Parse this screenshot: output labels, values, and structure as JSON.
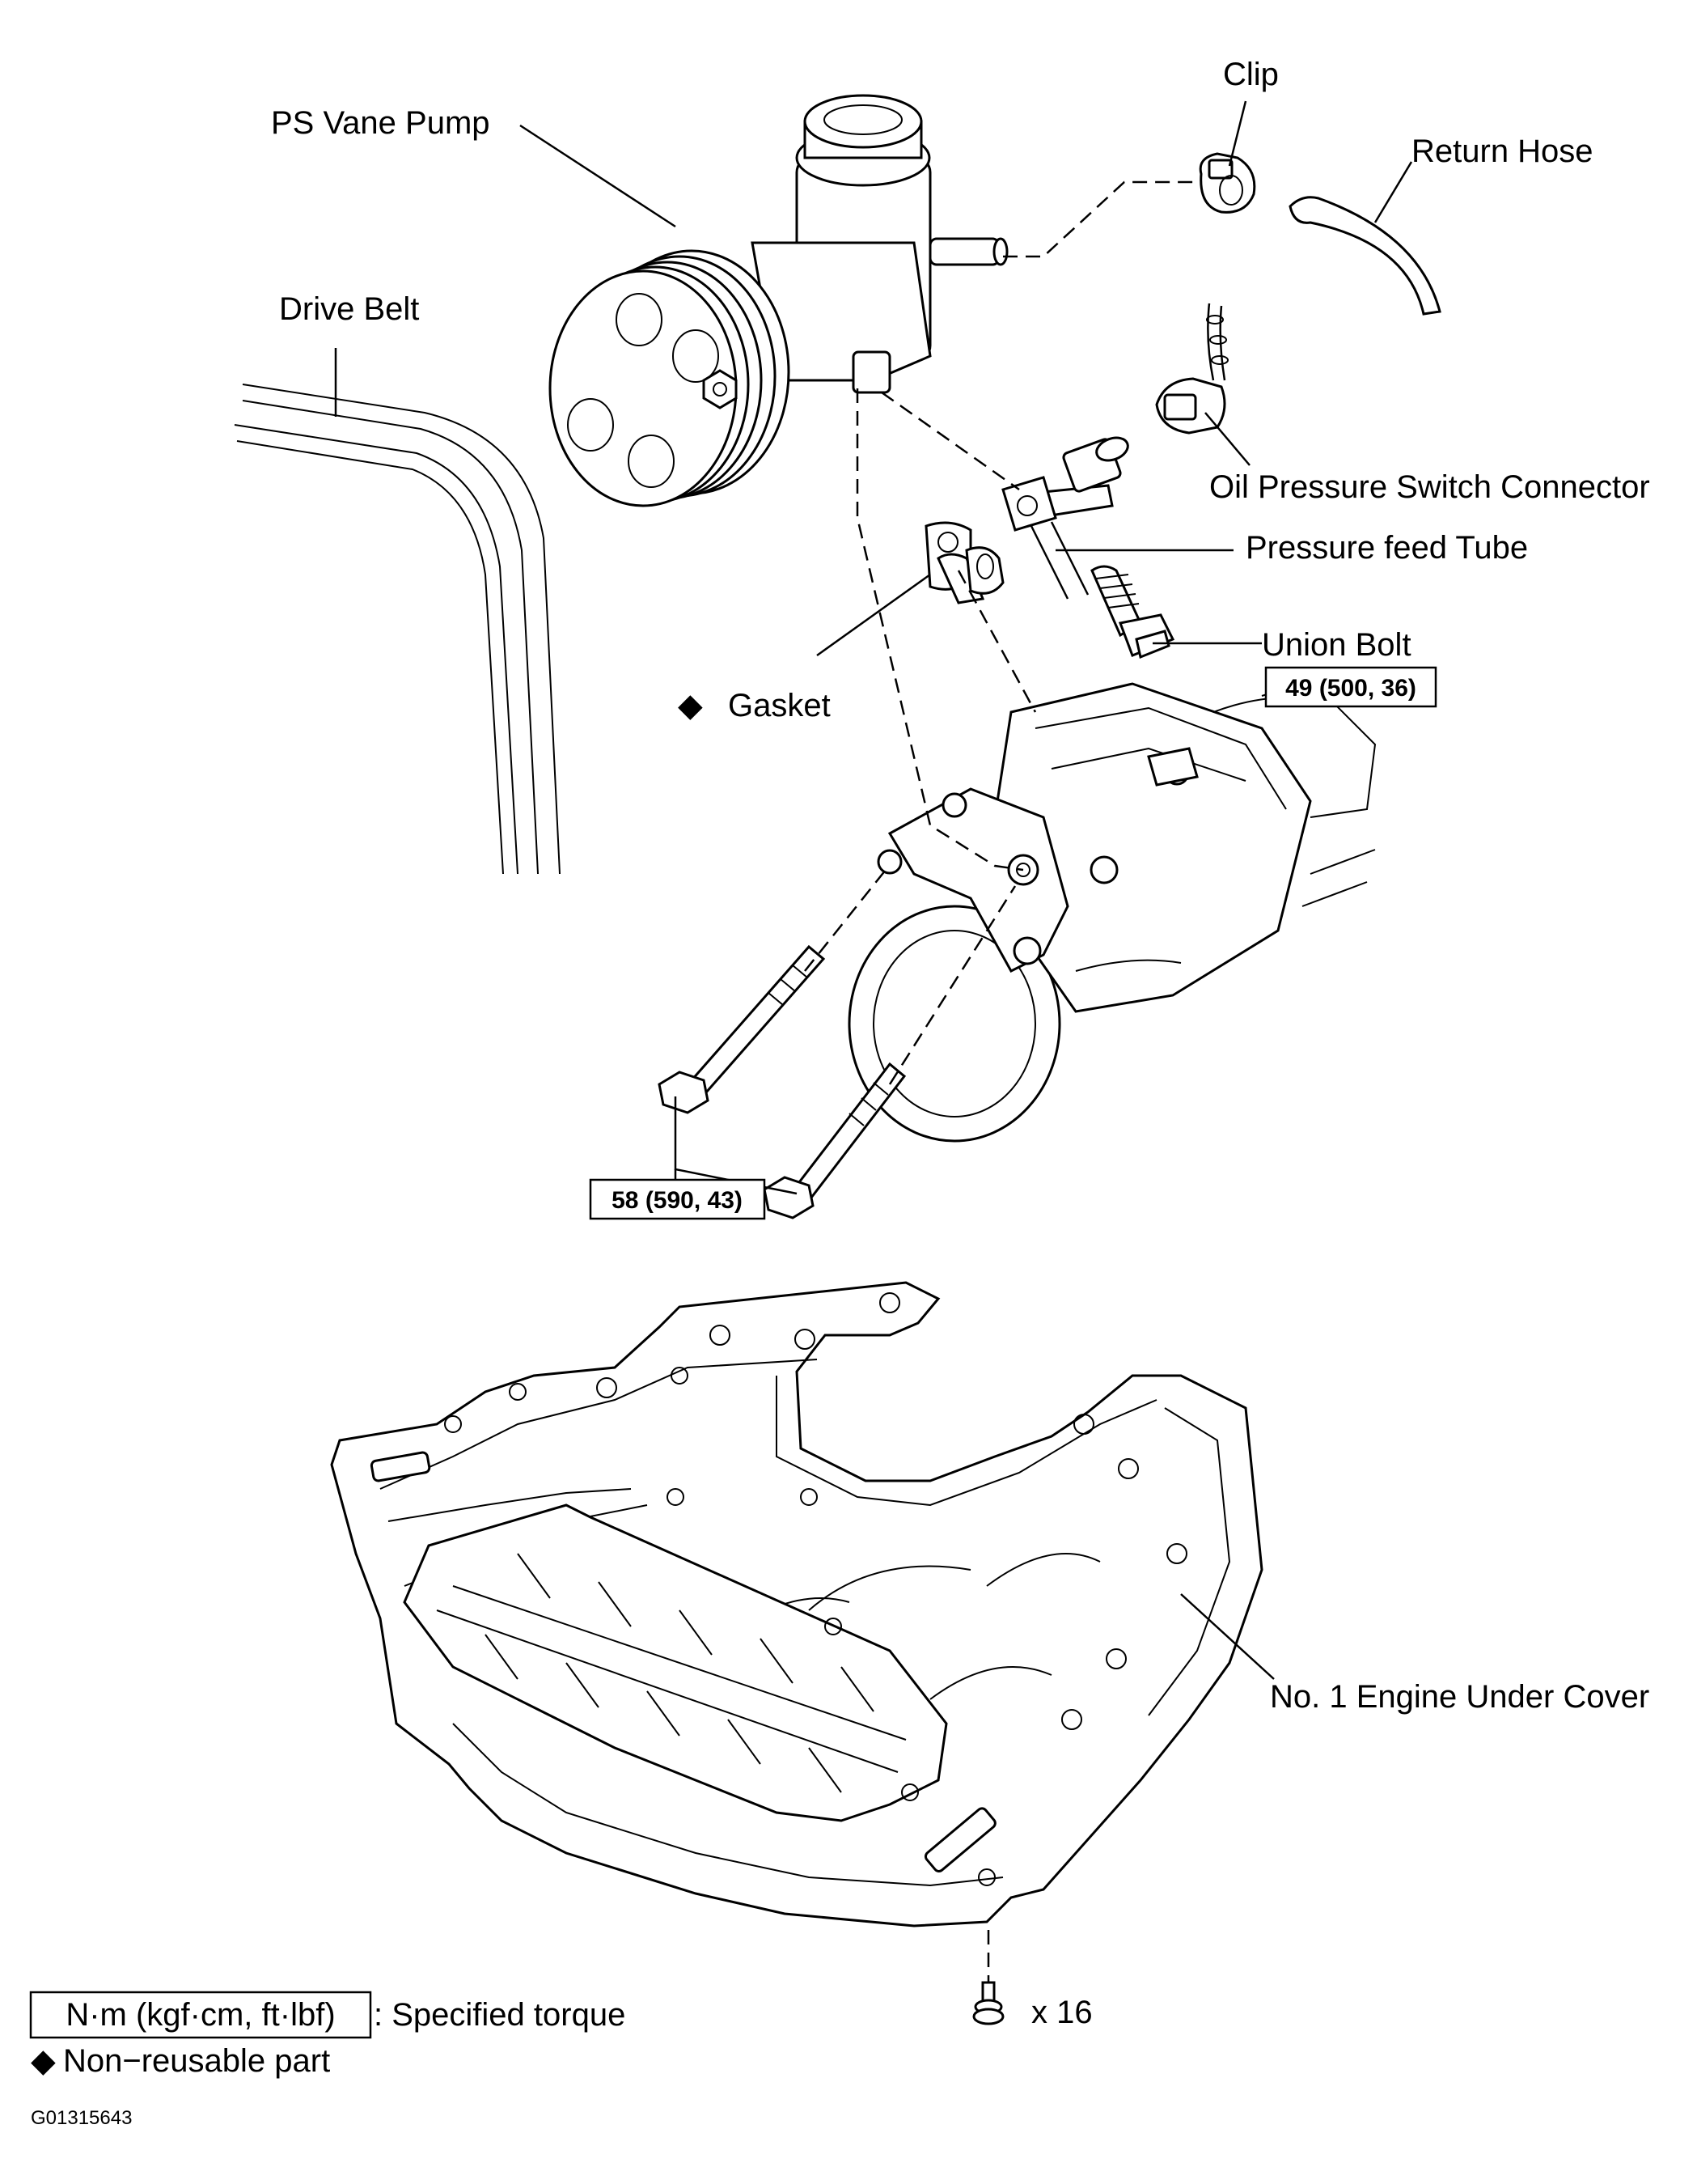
{
  "labels": {
    "clip": "Clip",
    "ps_vane_pump": "PS Vane Pump",
    "return_hose": "Return Hose",
    "drive_belt": "Drive Belt",
    "oil_pressure_switch_connector": "Oil Pressure Switch Connector",
    "pressure_feed_tube": "Pressure feed Tube",
    "union_bolt": "Union Bolt",
    "gasket": "Gasket",
    "engine_under_cover": "No. 1 Engine Under Cover",
    "screw_count": "x 16"
  },
  "torque_specs": {
    "union_bolt": "49 (500, 36)",
    "pump_bolts": "58 (590, 43)"
  },
  "legend": {
    "torque_box": "N·m (kgf·cm, ft·lbf)",
    "torque_desc": ": Specified torque",
    "non_reusable_symbol": "◆",
    "non_reusable_desc": "Non−reusable part"
  },
  "figure_code": "G01315643"
}
